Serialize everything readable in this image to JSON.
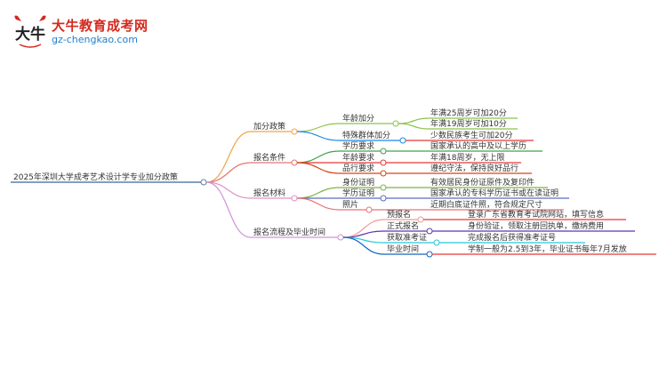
{
  "logo": {
    "title": "大牛教育成考网",
    "url": "gz-chengkao.com",
    "mark_text": "大牛"
  },
  "mindmap": {
    "root": "2025年深圳大学成考艺术设计学专业加分政策",
    "branches": [
      {
        "label": "加分政策",
        "color": "#f0a44a",
        "children": [
          {
            "label": "年龄加分",
            "color": "#8bc34a",
            "children": [
              {
                "label": "年满25周岁可加20分",
                "color": "#8bc34a"
              },
              {
                "label": "年满19周岁可加10分",
                "color": "#8bc34a"
              }
            ]
          },
          {
            "label": "特殊群体加分",
            "color": "#1e88e5",
            "children": [
              {
                "label": "少数民族考生可加20分",
                "color": "#e53935"
              }
            ]
          }
        ]
      },
      {
        "label": "报名条件",
        "color": "#e57373",
        "children": [
          {
            "label": "学历要求",
            "color": "#43a047",
            "children": [
              {
                "label": "国家承认的高中及以上学历",
                "color": "#43a047"
              }
            ]
          },
          {
            "label": "年龄要求",
            "color": "#e53935",
            "children": [
              {
                "label": "年满18周岁，无上限",
                "color": "#e53935"
              }
            ]
          },
          {
            "label": "品行要求",
            "color": "#d84315",
            "children": [
              {
                "label": "遵纪守法，保持良好品行",
                "color": "#d84315"
              }
            ]
          }
        ]
      },
      {
        "label": "报名材料",
        "color": "#e091c9",
        "children": [
          {
            "label": "身份证明",
            "color": "#7cb342",
            "children": [
              {
                "label": "有效居民身份证原件及复印件",
                "color": "#7cb342"
              }
            ]
          },
          {
            "label": "学历证明",
            "color": "#5c6bc0",
            "children": [
              {
                "label": "国家承认的专科学历证书或在读证明",
                "color": "#5c6bc0"
              }
            ]
          },
          {
            "label": "照片",
            "color": "#e57373",
            "children": [
              {
                "label": "近期白底证件照，符合规定尺寸",
                "color": "#e57373"
              }
            ]
          }
        ]
      },
      {
        "label": "报名流程及毕业时间",
        "color": "#ce93d8",
        "children": [
          {
            "label": "预报名",
            "color": "#ef9a9a",
            "children": [
              {
                "label": "登录广东省教育考试院网站，填写信息",
                "color": "#e53935"
              }
            ]
          },
          {
            "label": "正式报名",
            "color": "#5e35b1",
            "children": [
              {
                "label": "身份验证，领取注册回执单，缴纳费用",
                "color": "#5e35b1"
              }
            ]
          },
          {
            "label": "获取准考证",
            "color": "#26c6da",
            "children": [
              {
                "label": "完成报名后获得准考证号",
                "color": "#26c6da"
              }
            ]
          },
          {
            "label": "毕业时间",
            "color": "#1565c0",
            "children": [
              {
                "label": "学制一般为2.5到3年，毕业证书每年7月发放",
                "color": "#e53935"
              }
            ]
          }
        ]
      }
    ]
  }
}
